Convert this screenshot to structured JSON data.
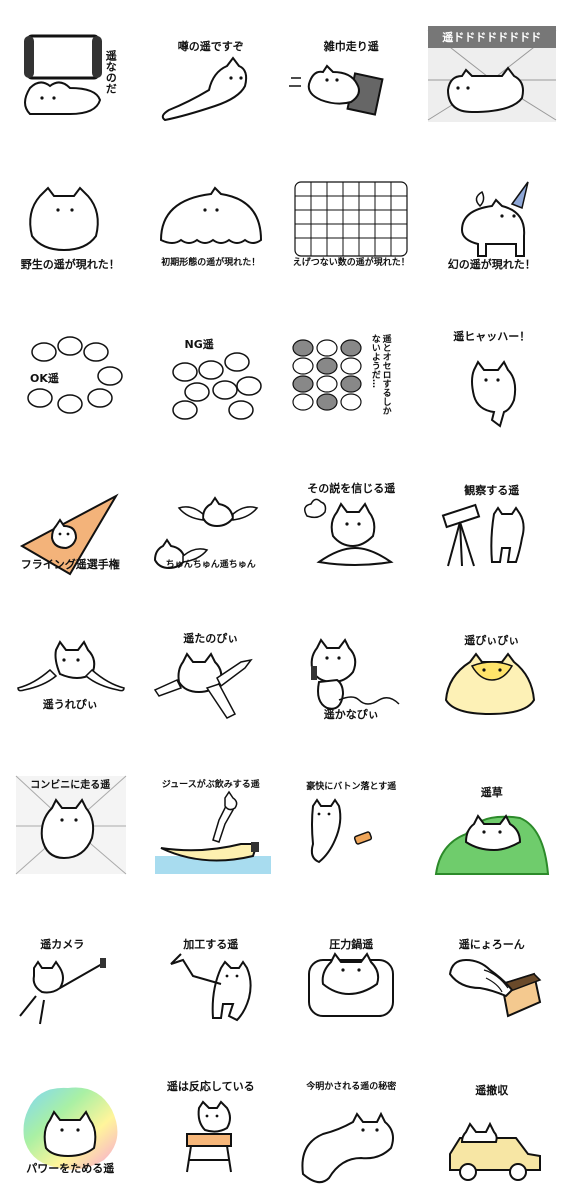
{
  "stickers": [
    {
      "caption": "遥なのだ"
    },
    {
      "caption": "噂の遥ですぞ"
    },
    {
      "caption": "雑巾走り遥"
    },
    {
      "caption": "遥ドドドドドドドド"
    },
    {
      "caption": "野生の遥が現れた！"
    },
    {
      "caption": "初期形態の遥が現れた！"
    },
    {
      "caption": "えげつない数の遥が現れた！"
    },
    {
      "caption": "幻の遥が現れた！"
    },
    {
      "caption": "OK遥"
    },
    {
      "caption": "NG遥"
    },
    {
      "caption": "遥とオセロするしかないようだ…"
    },
    {
      "caption": "遥ヒャッハー！"
    },
    {
      "caption": "フライング遥選手権"
    },
    {
      "caption": "ちゅんちゅん遥ちゅん"
    },
    {
      "caption": "その説を信じる遥"
    },
    {
      "caption": "観察する遥"
    },
    {
      "caption": "遥うれぴぃ"
    },
    {
      "caption": "遥たのぴぃ"
    },
    {
      "caption": "遥かなぴぃ"
    },
    {
      "caption": "遥ぴぃぴぃ"
    },
    {
      "caption": "コンビニに走る遥"
    },
    {
      "caption": "ジュースがぶ飲みする遥"
    },
    {
      "caption": "豪快にバトン落とす遥"
    },
    {
      "caption": "遥草"
    },
    {
      "caption": "遥カメラ"
    },
    {
      "caption": "加工する遥"
    },
    {
      "caption": "圧力鍋遥"
    },
    {
      "caption": "遥にょろーん"
    },
    {
      "caption": "パワーをためる遥"
    },
    {
      "caption": "遥は反応している"
    },
    {
      "caption": "今明かされる遥の秘密"
    },
    {
      "caption": "遥撤収"
    }
  ]
}
